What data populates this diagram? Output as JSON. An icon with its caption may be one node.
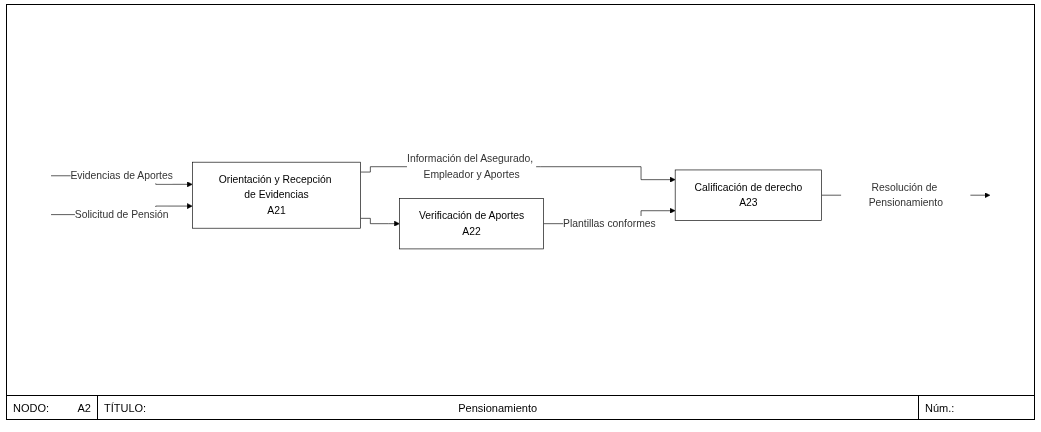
{
  "diagram": {
    "nodes": [
      {
        "text": [
          "Orientación y Recepción de Evidencias",
          "A21"
        ]
      },
      {
        "text": [
          "Verificación de Aportes",
          "A22"
        ]
      },
      {
        "text": [
          "Calificación de derecho",
          "A23"
        ]
      }
    ],
    "edges": [
      {
        "from": null,
        "to": 0,
        "arrow": "to",
        "label": "Evidencias de Aportes"
      },
      {
        "from": null,
        "to": 0,
        "arrow": "to",
        "label": "Solicitud de Pensión"
      },
      {
        "from": 0,
        "to": 1,
        "arrow": "to"
      },
      {
        "from": 0,
        "to": 2,
        "arrow": "to",
        "label": "Información del Asegurado, Empleador y Aportes"
      },
      {
        "from": 1,
        "to": 2,
        "arrow": "to",
        "label": "Plantillas conformes"
      },
      {
        "from": 2,
        "to": null,
        "arrow": "to",
        "label": "Resolución de Pensionamiento"
      }
    ],
    "labels": [
      "NODO:",
      "A2",
      "TÍTULO:",
      "Pensionamiento",
      "Núm.:"
    ]
  }
}
